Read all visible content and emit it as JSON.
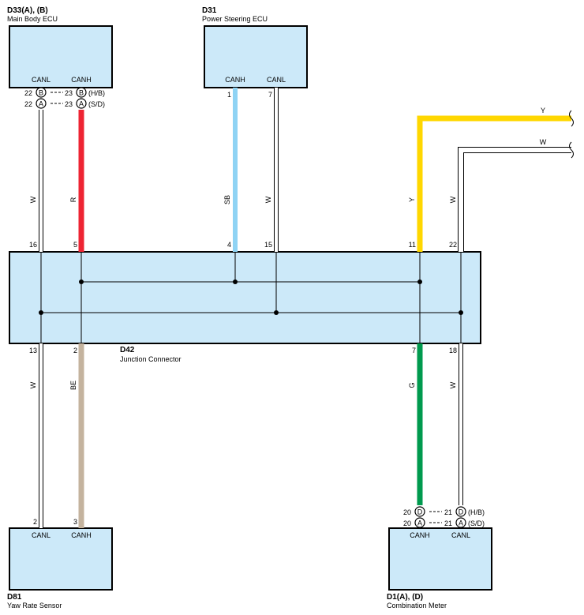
{
  "colors": {
    "box_fill": "#cce9f9",
    "wire_white": "#ffffff",
    "wire_red": "#ee2433",
    "wire_sky_blue": "#8fd3f4",
    "wire_yellow": "#ffd700",
    "wire_green": "#009a4e",
    "wire_beige": "#c4b39e"
  },
  "components": {
    "d33": {
      "code": "D33(A), (B)",
      "name": "Main Body ECU",
      "canl": "CANL",
      "canh": "CANH"
    },
    "d31": {
      "code": "D31",
      "name": "Power Steering ECU",
      "canh": "CANH",
      "canl": "CANL"
    },
    "d42": {
      "code": "D42",
      "name": "Junction Connector"
    },
    "d81": {
      "code": "D81",
      "name": "Yaw Rate Sensor",
      "canl": "CANL",
      "canh": "CANH"
    },
    "d1": {
      "code": "D1(A), (D)",
      "name": "Combination Meter",
      "canh": "CANH",
      "canl": "CANL"
    }
  },
  "d33_connectors": {
    "row1": {
      "pin_l": "22",
      "letter_l": "B",
      "pin_r": "23",
      "letter_r": "B",
      "note": "(H/B)"
    },
    "row2": {
      "pin_l": "22",
      "letter_l": "A",
      "pin_r": "23",
      "letter_r": "A",
      "note": "(S/D)"
    }
  },
  "d1_connectors": {
    "row1": {
      "pin_l": "20",
      "letter_l": "D",
      "pin_r": "21",
      "letter_r": "D",
      "note": "(H/B)"
    },
    "row2": {
      "pin_l": "20",
      "letter_l": "A",
      "pin_r": "21",
      "letter_r": "A",
      "note": "(S/D)"
    }
  },
  "pins": {
    "d31_canh": "1",
    "d31_canl": "7",
    "d42_top": [
      "16",
      "5",
      "4",
      "15",
      "11",
      "22"
    ],
    "d42_bottom": [
      "13",
      "2",
      "7",
      "18"
    ],
    "d81_canl": "2",
    "d81_canh": "3"
  },
  "wire_labels": {
    "d33_canl": "W",
    "d33_canh": "R",
    "d31_canh": "SB",
    "d31_canl": "W",
    "d42_11": "Y",
    "d42_22": "W",
    "d81_canl": "W",
    "d81_canh": "BE",
    "d1_canh": "G",
    "d1_canl": "W",
    "ext_y": "Y",
    "ext_w": "W"
  }
}
